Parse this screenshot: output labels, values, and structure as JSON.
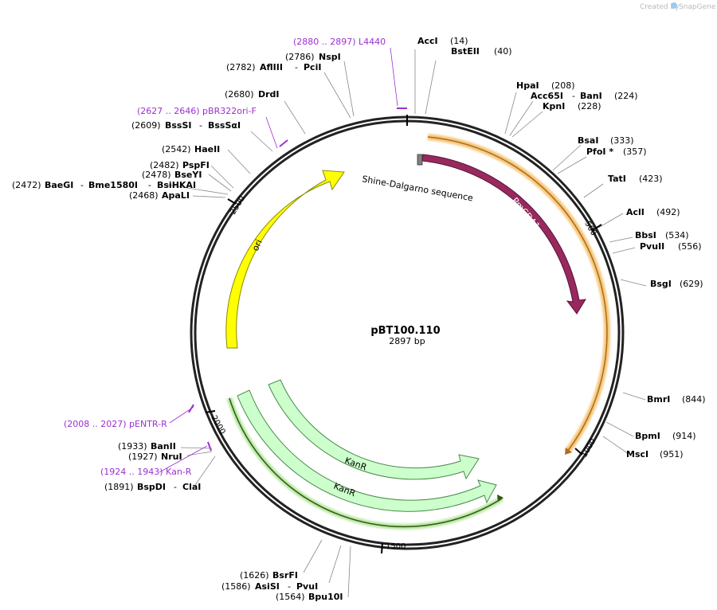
{
  "credit": {
    "text": "Created by",
    "brand": "SnapGene"
  },
  "plasmid": {
    "name": "pBT100.110",
    "length_label": "2897 bp",
    "length": 2897
  },
  "ticks": [
    "500",
    "1000",
    "1500",
    "2000",
    "2500"
  ],
  "features": [
    {
      "key": "pmcda1",
      "label": "PmCDA1",
      "color": "#98295e"
    },
    {
      "key": "ori",
      "label": "ori",
      "color": "#ffff00"
    },
    {
      "key": "kanr-1",
      "label": "KanR",
      "color": "#ccffcc"
    },
    {
      "key": "kanr-2",
      "label": "KanR",
      "color": "#ccffcc"
    },
    {
      "key": "sd",
      "label": "Shine-Dalgarno sequence",
      "color": "#808080"
    }
  ],
  "enzymes": [
    {
      "name": "AccI",
      "pos": "(14)"
    },
    {
      "name": "BstEII",
      "pos": "(40)"
    },
    {
      "name": "HpaI",
      "pos": "(208)"
    },
    {
      "name": "Acc65I",
      "name2": "BanI",
      "pos": "(224)"
    },
    {
      "name": "KpnI",
      "pos": "(228)"
    },
    {
      "name": "BsaI",
      "pos": "(333)"
    },
    {
      "name": "PfoI *",
      "pos": "(357)"
    },
    {
      "name": "TatI",
      "pos": "(423)"
    },
    {
      "name": "AclI",
      "pos": "(492)"
    },
    {
      "name": "BbsI",
      "pos": "(534)"
    },
    {
      "name": "PvuII",
      "pos": "(556)"
    },
    {
      "name": "BsgI",
      "pos": "(629)"
    },
    {
      "name": "BmrI",
      "pos": "(844)"
    },
    {
      "name": "BpmI",
      "pos": "(914)"
    },
    {
      "name": "MscI",
      "pos": "(951)"
    },
    {
      "name": "BsrFI",
      "pos": "(1626)"
    },
    {
      "name": "AsiSI",
      "name2": "PvuI",
      "pos": "(1586)"
    },
    {
      "name": "Bpu10I",
      "pos": "(1564)"
    },
    {
      "name": "BspDI",
      "name2": "ClaI",
      "pos": "(1891)"
    },
    {
      "name": "NruI",
      "pos": "(1927)"
    },
    {
      "name": "BanII",
      "pos": "(1933)"
    },
    {
      "name": "ApaLI",
      "pos": "(2468)"
    },
    {
      "name": "BaeGI",
      "name2": "Bme1580I",
      "name3": "BsiHKAI",
      "pos": "(2472)"
    },
    {
      "name": "BseYI",
      "pos": "(2478)"
    },
    {
      "name": "PspFI",
      "pos": "(2482)"
    },
    {
      "name": "HaeII",
      "pos": "(2542)"
    },
    {
      "name": "BssSI",
      "name2": "BssSαI",
      "pos": "(2609)"
    },
    {
      "name": "DrdI",
      "pos": "(2680)"
    },
    {
      "name": "AflIII",
      "name2": "PciI",
      "pos": "(2782)"
    },
    {
      "name": "NspI",
      "pos": "(2786)"
    }
  ],
  "primers": [
    {
      "label": "(2880 .. 2897)  L4440"
    },
    {
      "label": "(2627 .. 2646)  pBR322ori-F"
    },
    {
      "label": "(2008 .. 2027)  pENTR-R"
    },
    {
      "label": "(1924 .. 1943)  Kan-R"
    }
  ]
}
